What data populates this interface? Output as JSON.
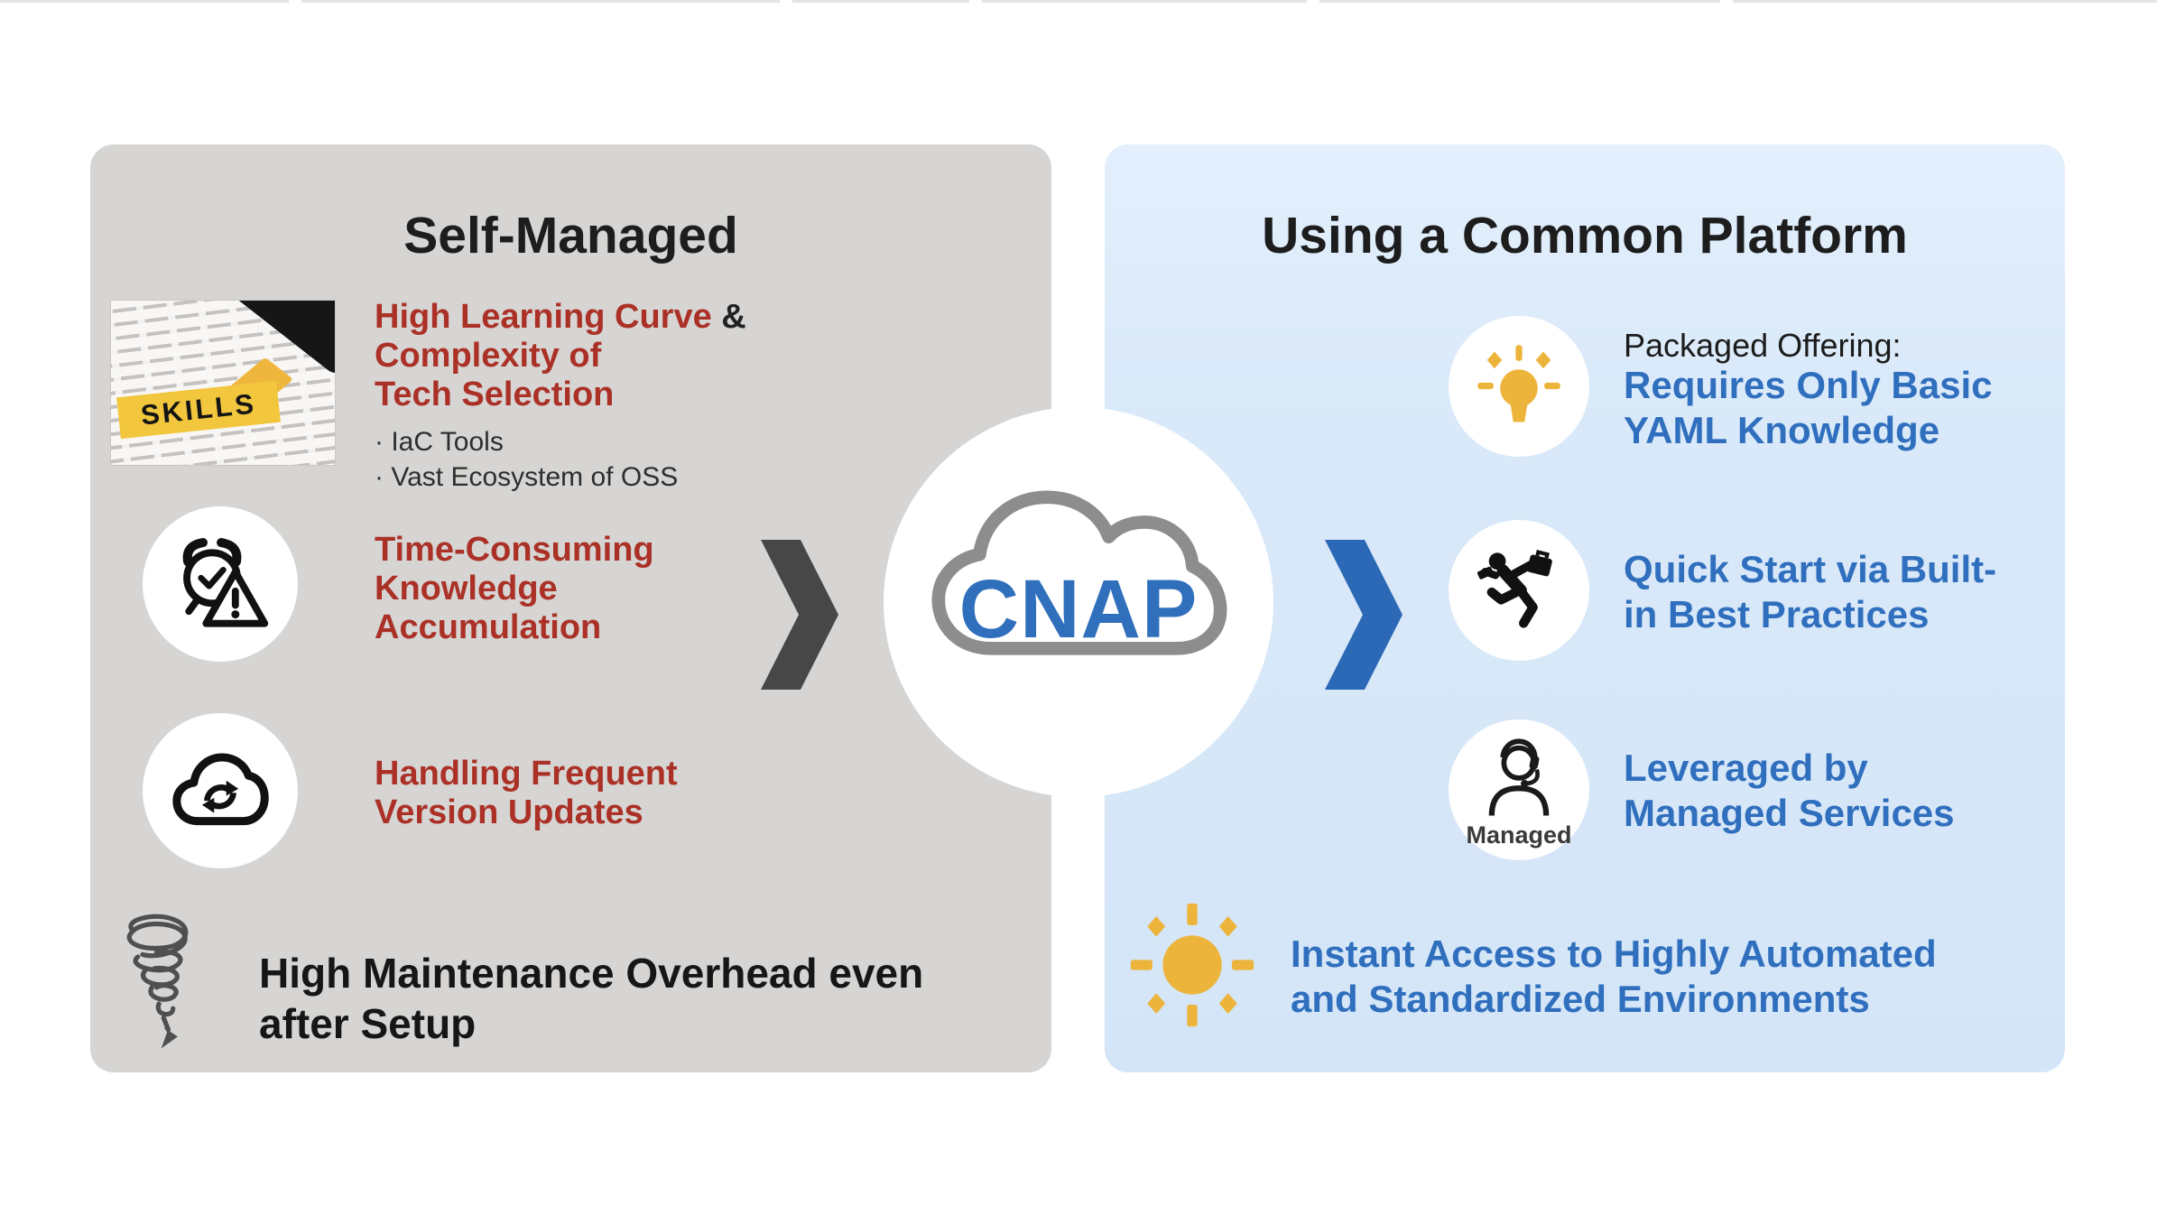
{
  "colors": {
    "left_panel_bg": "#d6d5d3",
    "right_panel_bg": "#d9e9f9",
    "red_text": "#ab3127",
    "blue_text": "#2f6fbe",
    "cnap_blue": "#2f6fbc",
    "cloud_outline": "#8d8d8d",
    "dark_chevron": "#474747",
    "blue_chevron": "#2b69b7",
    "yellow_icon": "#edb43c",
    "black_text": "#1d1d1d"
  },
  "left_panel": {
    "title": "Self-Managed",
    "skills_photo": {
      "highlight_label": "SKILLS"
    },
    "item1": {
      "red_part": "High Learning Curve",
      "black_part": " &",
      "line2": "Complexity of",
      "line3": "Tech Selection",
      "bullets": [
        "· IaC Tools",
        "· Vast Ecosystem of OSS"
      ]
    },
    "item2": {
      "line1": "Time-Consuming",
      "line2": "Knowledge",
      "line3": "Accumulation"
    },
    "item3": {
      "line1": "Handling Frequent",
      "line2": "Version Updates"
    },
    "footer": {
      "line1": "High Maintenance Overhead even",
      "line2": "after Setup"
    }
  },
  "center": {
    "cloud_label": "CNAP"
  },
  "right_panel": {
    "title": "Using a Common Platform",
    "item1": {
      "kicker": "Packaged Offering:",
      "line1": "Requires Only Basic",
      "line2": "YAML Knowledge"
    },
    "item2": {
      "line1": "Quick Start via Built-",
      "line2": "in Best Practices"
    },
    "item3": {
      "line1": "Leveraged by",
      "line2": "Managed Services",
      "icon_label": "Managed"
    },
    "item4": {
      "line1": "Instant Access to Highly Automated",
      "line2": "and Standardized Environments"
    }
  }
}
